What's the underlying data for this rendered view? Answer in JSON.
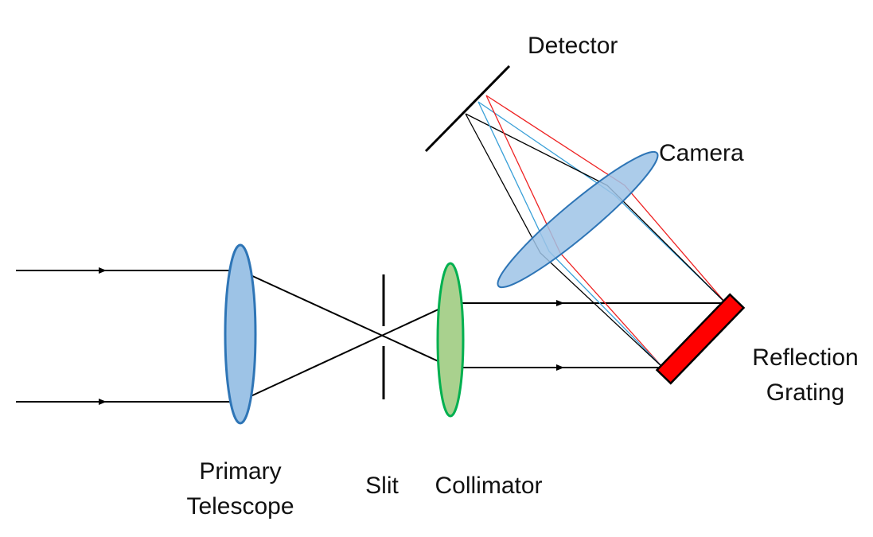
{
  "labels": {
    "detector": "Detector",
    "camera": "Camera",
    "primary_telescope": [
      "Primary",
      "Telescope"
    ],
    "slit": "Slit",
    "collimator": "Collimator",
    "reflection_grating": [
      "Reflection",
      "Grating"
    ]
  },
  "colors": {
    "background": "#ffffff",
    "ray_black": "#000000",
    "ray_blue": "#3aa0d8",
    "ray_red": "#ee2222",
    "telescope_fill": "#9dc3e6",
    "telescope_stroke": "#2e75b6",
    "collimator_fill": "#a9d18e",
    "collimator_stroke": "#00b050",
    "camera_fill": "#9dc3e6",
    "camera_stroke": "#2e75b6",
    "grating_fill": "#ff0000",
    "grating_stroke": "#000000",
    "text": "#111111"
  }
}
